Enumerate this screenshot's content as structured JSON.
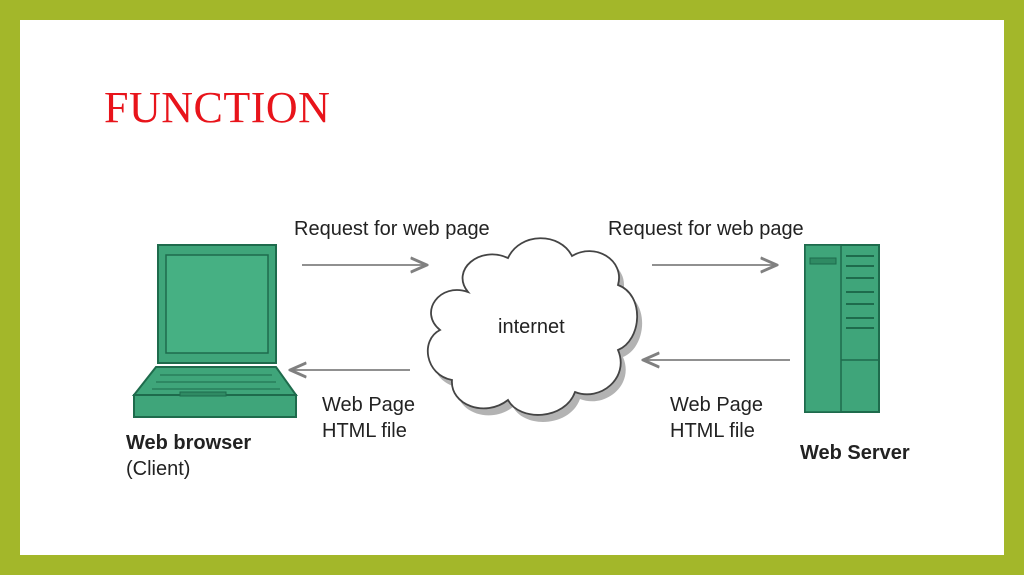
{
  "title": "FUNCTION",
  "diagram": {
    "client": {
      "name": "Web browser",
      "sub": "(Client)"
    },
    "server": {
      "name": "Web Server"
    },
    "cloud_label": "internet",
    "request_left": "Request for web page",
    "request_right": "Request for web page",
    "response_left": {
      "line1": "Web Page",
      "line2": "HTML file"
    },
    "response_right": {
      "line1": "Web Page",
      "line2": "HTML file"
    },
    "colors": {
      "device_fill": "#3fa57a",
      "device_stroke": "#1e6b4c",
      "arrow": "#808080",
      "title": "#e8141b",
      "frame": "#a3b72a"
    },
    "icons": [
      "laptop-icon",
      "cloud-icon",
      "server-icon"
    ]
  }
}
